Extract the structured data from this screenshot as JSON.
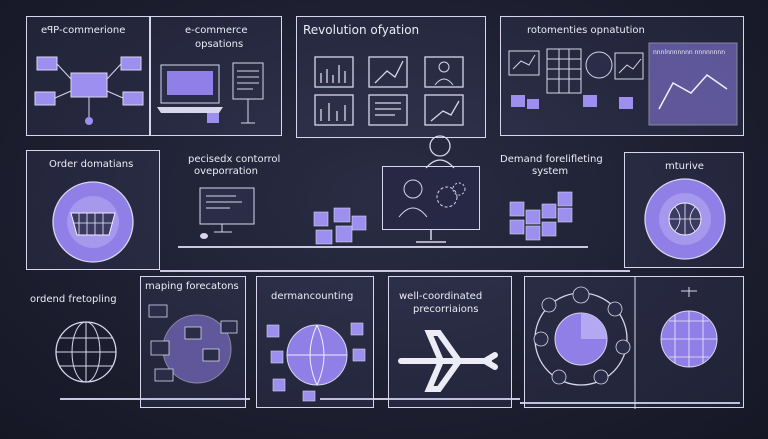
{
  "panels": {
    "top1": {
      "label": "eꟼP-commerione"
    },
    "top2": {
      "label_line1": "e-commerce",
      "label_line2": "opsations"
    },
    "top3": {
      "label": "Revolution ofyation"
    },
    "top4": {
      "label": "rotomenties opnatution",
      "mini_label": "nnnlnnnnnnn nnnnnnnn"
    },
    "mid1": {
      "label": "Order domatians"
    },
    "mid2": {
      "label_line1": "pecisedx contorrol",
      "label_line2": "oveporration"
    },
    "mid3": {
      "label_line1": "Demand forelifleting",
      "label_line2": "system"
    },
    "mid4": {
      "label": "mturive"
    },
    "bot1": {
      "label": "ordend fretopling"
    },
    "bot2": {
      "label": "maping forecatons"
    },
    "bot3": {
      "label": "dermancounting"
    },
    "bot4": {
      "label_line1": "well-coordinated",
      "label_line2": "precorriaions"
    }
  },
  "colors": {
    "background": "#1b1d2c",
    "line": "#d8d6ec",
    "accent": "#8f7fe6",
    "accent_light": "#b4a8f2"
  },
  "icons": [
    "envelope-icon",
    "package-icon",
    "laptop-icon",
    "document-icon",
    "bar-chart-icon",
    "person-icon",
    "shopping-basket-icon",
    "globe-icon",
    "gear-icon",
    "airplane-icon",
    "pie-chart-icon",
    "box-stack-icon"
  ]
}
